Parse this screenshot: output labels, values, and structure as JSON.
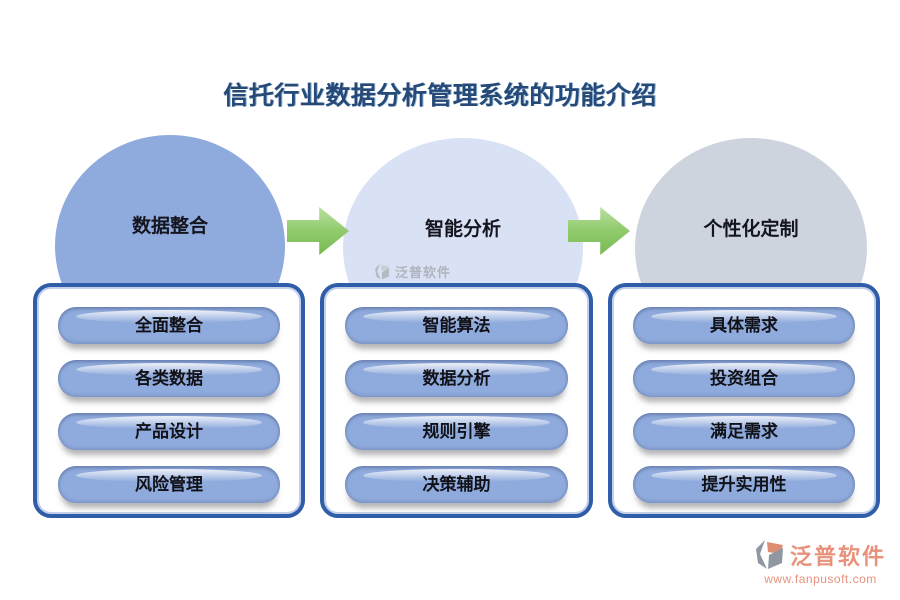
{
  "title": "信托行业数据分析管理系统的功能介绍",
  "flow": {
    "stages": [
      {
        "label": "数据整合"
      },
      {
        "label": "智能分析"
      },
      {
        "label": "个性化定制"
      }
    ],
    "arrow_icon": "right-block-arrow"
  },
  "panels": [
    {
      "items": [
        "全面整合",
        "各类数据",
        "产品设计",
        "风险管理"
      ]
    },
    {
      "items": [
        "智能算法",
        "数据分析",
        "规则引擎",
        "决策辅助"
      ]
    },
    {
      "items": [
        "具体需求",
        "投资组合",
        "满足需求",
        "提升实用性"
      ]
    }
  ],
  "watermark_center": {
    "brand": "泛普软件"
  },
  "watermark_footer": {
    "brand": "泛普软件",
    "url": "www.fanpusoft.com"
  },
  "colors": {
    "title-text": "#264a77",
    "stage1-fill": "#8faadc",
    "stage2-fill": "#d9e1f5",
    "stage3-fill": "#cdd4dd",
    "pill-fill": "#8faadc",
    "pill-text": "#111118",
    "panel-border": "#2f5da8",
    "arrow-green": "#76b950",
    "brand-salmon": "#e8927c"
  }
}
